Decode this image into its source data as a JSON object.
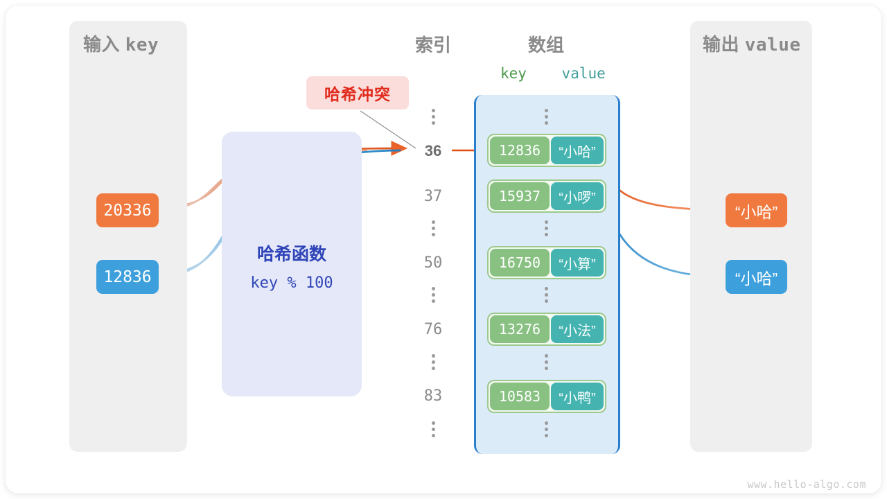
{
  "diagram": {
    "watermark": "www.hello-algo.com",
    "collision_badge": "哈希冲突",
    "colors": {
      "input_key_orange": "#F0793F",
      "input_key_blue": "#3DA0DC",
      "bucket_key_green": "#88C182",
      "bucket_value_teal": "#45B4B0",
      "array_panel_blue": "#DCEBF8",
      "array_border_blue": "#2A7FCB",
      "hash_box_lavender": "#E4E8F8",
      "hash_text_blue": "#2F45B8",
      "badge_bg": "#FBDEDC",
      "badge_text": "#E02B1D",
      "panel_grey": "#EFEFEF",
      "caption_grey": "#8A8A8A"
    }
  },
  "input_panel": {
    "title_cn": "输入",
    "title_mono": "key",
    "keys": [
      {
        "value": "20336",
        "color": "orange"
      },
      {
        "value": "12836",
        "color": "blue"
      }
    ]
  },
  "hash_function": {
    "title": "哈希函数",
    "expression": "key % 100"
  },
  "index_column": {
    "caption": "索引",
    "entries": [
      {
        "type": "dots"
      },
      {
        "type": "index",
        "label": "36",
        "highlight": true
      },
      {
        "type": "index",
        "label": "37",
        "highlight": false
      },
      {
        "type": "dots"
      },
      {
        "type": "index",
        "label": "50",
        "highlight": false
      },
      {
        "type": "dots"
      },
      {
        "type": "index",
        "label": "76",
        "highlight": false
      },
      {
        "type": "dots"
      },
      {
        "type": "index",
        "label": "83",
        "highlight": false
      },
      {
        "type": "dots"
      }
    ]
  },
  "array_column": {
    "caption": "数组",
    "key_caption": "key",
    "value_caption": "value",
    "rows": [
      {
        "type": "dots"
      },
      {
        "type": "bucket",
        "key": "12836",
        "value": "“小哈”"
      },
      {
        "type": "bucket",
        "key": "15937",
        "value": "“小啰”"
      },
      {
        "type": "dots"
      },
      {
        "type": "bucket",
        "key": "16750",
        "value": "“小算”"
      },
      {
        "type": "dots"
      },
      {
        "type": "bucket",
        "key": "13276",
        "value": "“小法”"
      },
      {
        "type": "dots"
      },
      {
        "type": "bucket",
        "key": "10583",
        "value": "“小鸭”"
      },
      {
        "type": "dots"
      }
    ]
  },
  "output_panel": {
    "title_cn": "输出",
    "title_mono": "value",
    "values": [
      {
        "value": "“小哈”",
        "color": "orange"
      },
      {
        "value": "“小哈”",
        "color": "blue"
      }
    ]
  }
}
